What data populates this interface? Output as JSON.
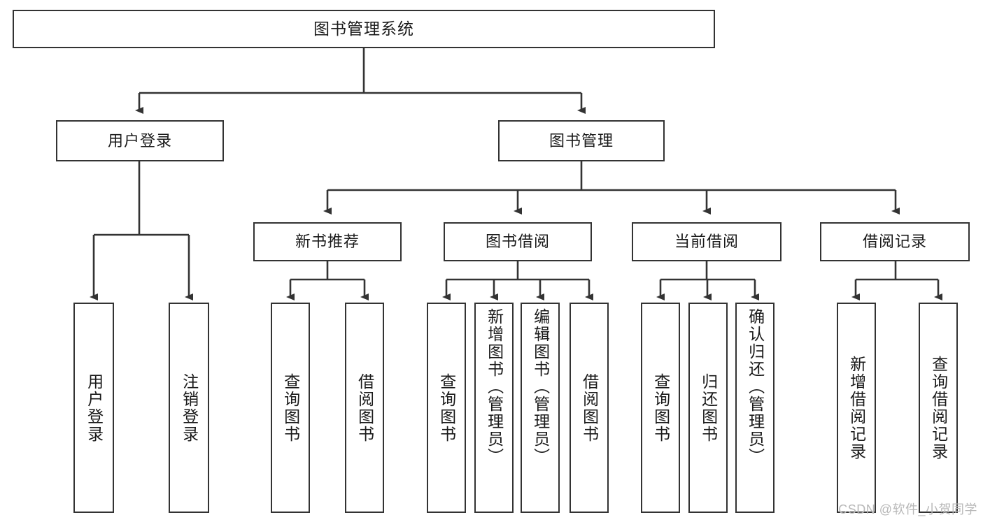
{
  "diagram": {
    "title": "图书管理系统",
    "type": "tree",
    "watermark": "CSDN @软件_小贺同学",
    "colors": {
      "box_border": "#333333",
      "box_fill": "#ffffff",
      "connector": "#333333",
      "text": "#1a1a1a",
      "watermark": "#b8b8b8"
    },
    "nodes": {
      "root": {
        "label": "图书管理系统"
      },
      "level2": [
        {
          "label": "用户登录"
        },
        {
          "label": "图书管理"
        }
      ],
      "level3": [
        {
          "label": "新书推荐"
        },
        {
          "label": "图书借阅"
        },
        {
          "label": "当前借阅"
        },
        {
          "label": "借阅记录"
        }
      ],
      "leaves": {
        "user_login": [
          {
            "label": "用户登录"
          },
          {
            "label": "注销登录"
          }
        ],
        "new_book": [
          {
            "label": "查询图书"
          },
          {
            "label": "借阅图书"
          }
        ],
        "book_borrow": [
          {
            "label": "查询图书"
          },
          {
            "label": "新增图书（管理员）"
          },
          {
            "label": "编辑图书（管理员）"
          },
          {
            "label": "借阅图书"
          }
        ],
        "current_borrow": [
          {
            "label": "查询图书"
          },
          {
            "label": "归还图书"
          },
          {
            "label": "确认归还（管理员）"
          }
        ],
        "borrow_record": [
          {
            "label": "新增借阅记录"
          },
          {
            "label": "查询借阅记录"
          }
        ]
      }
    }
  }
}
